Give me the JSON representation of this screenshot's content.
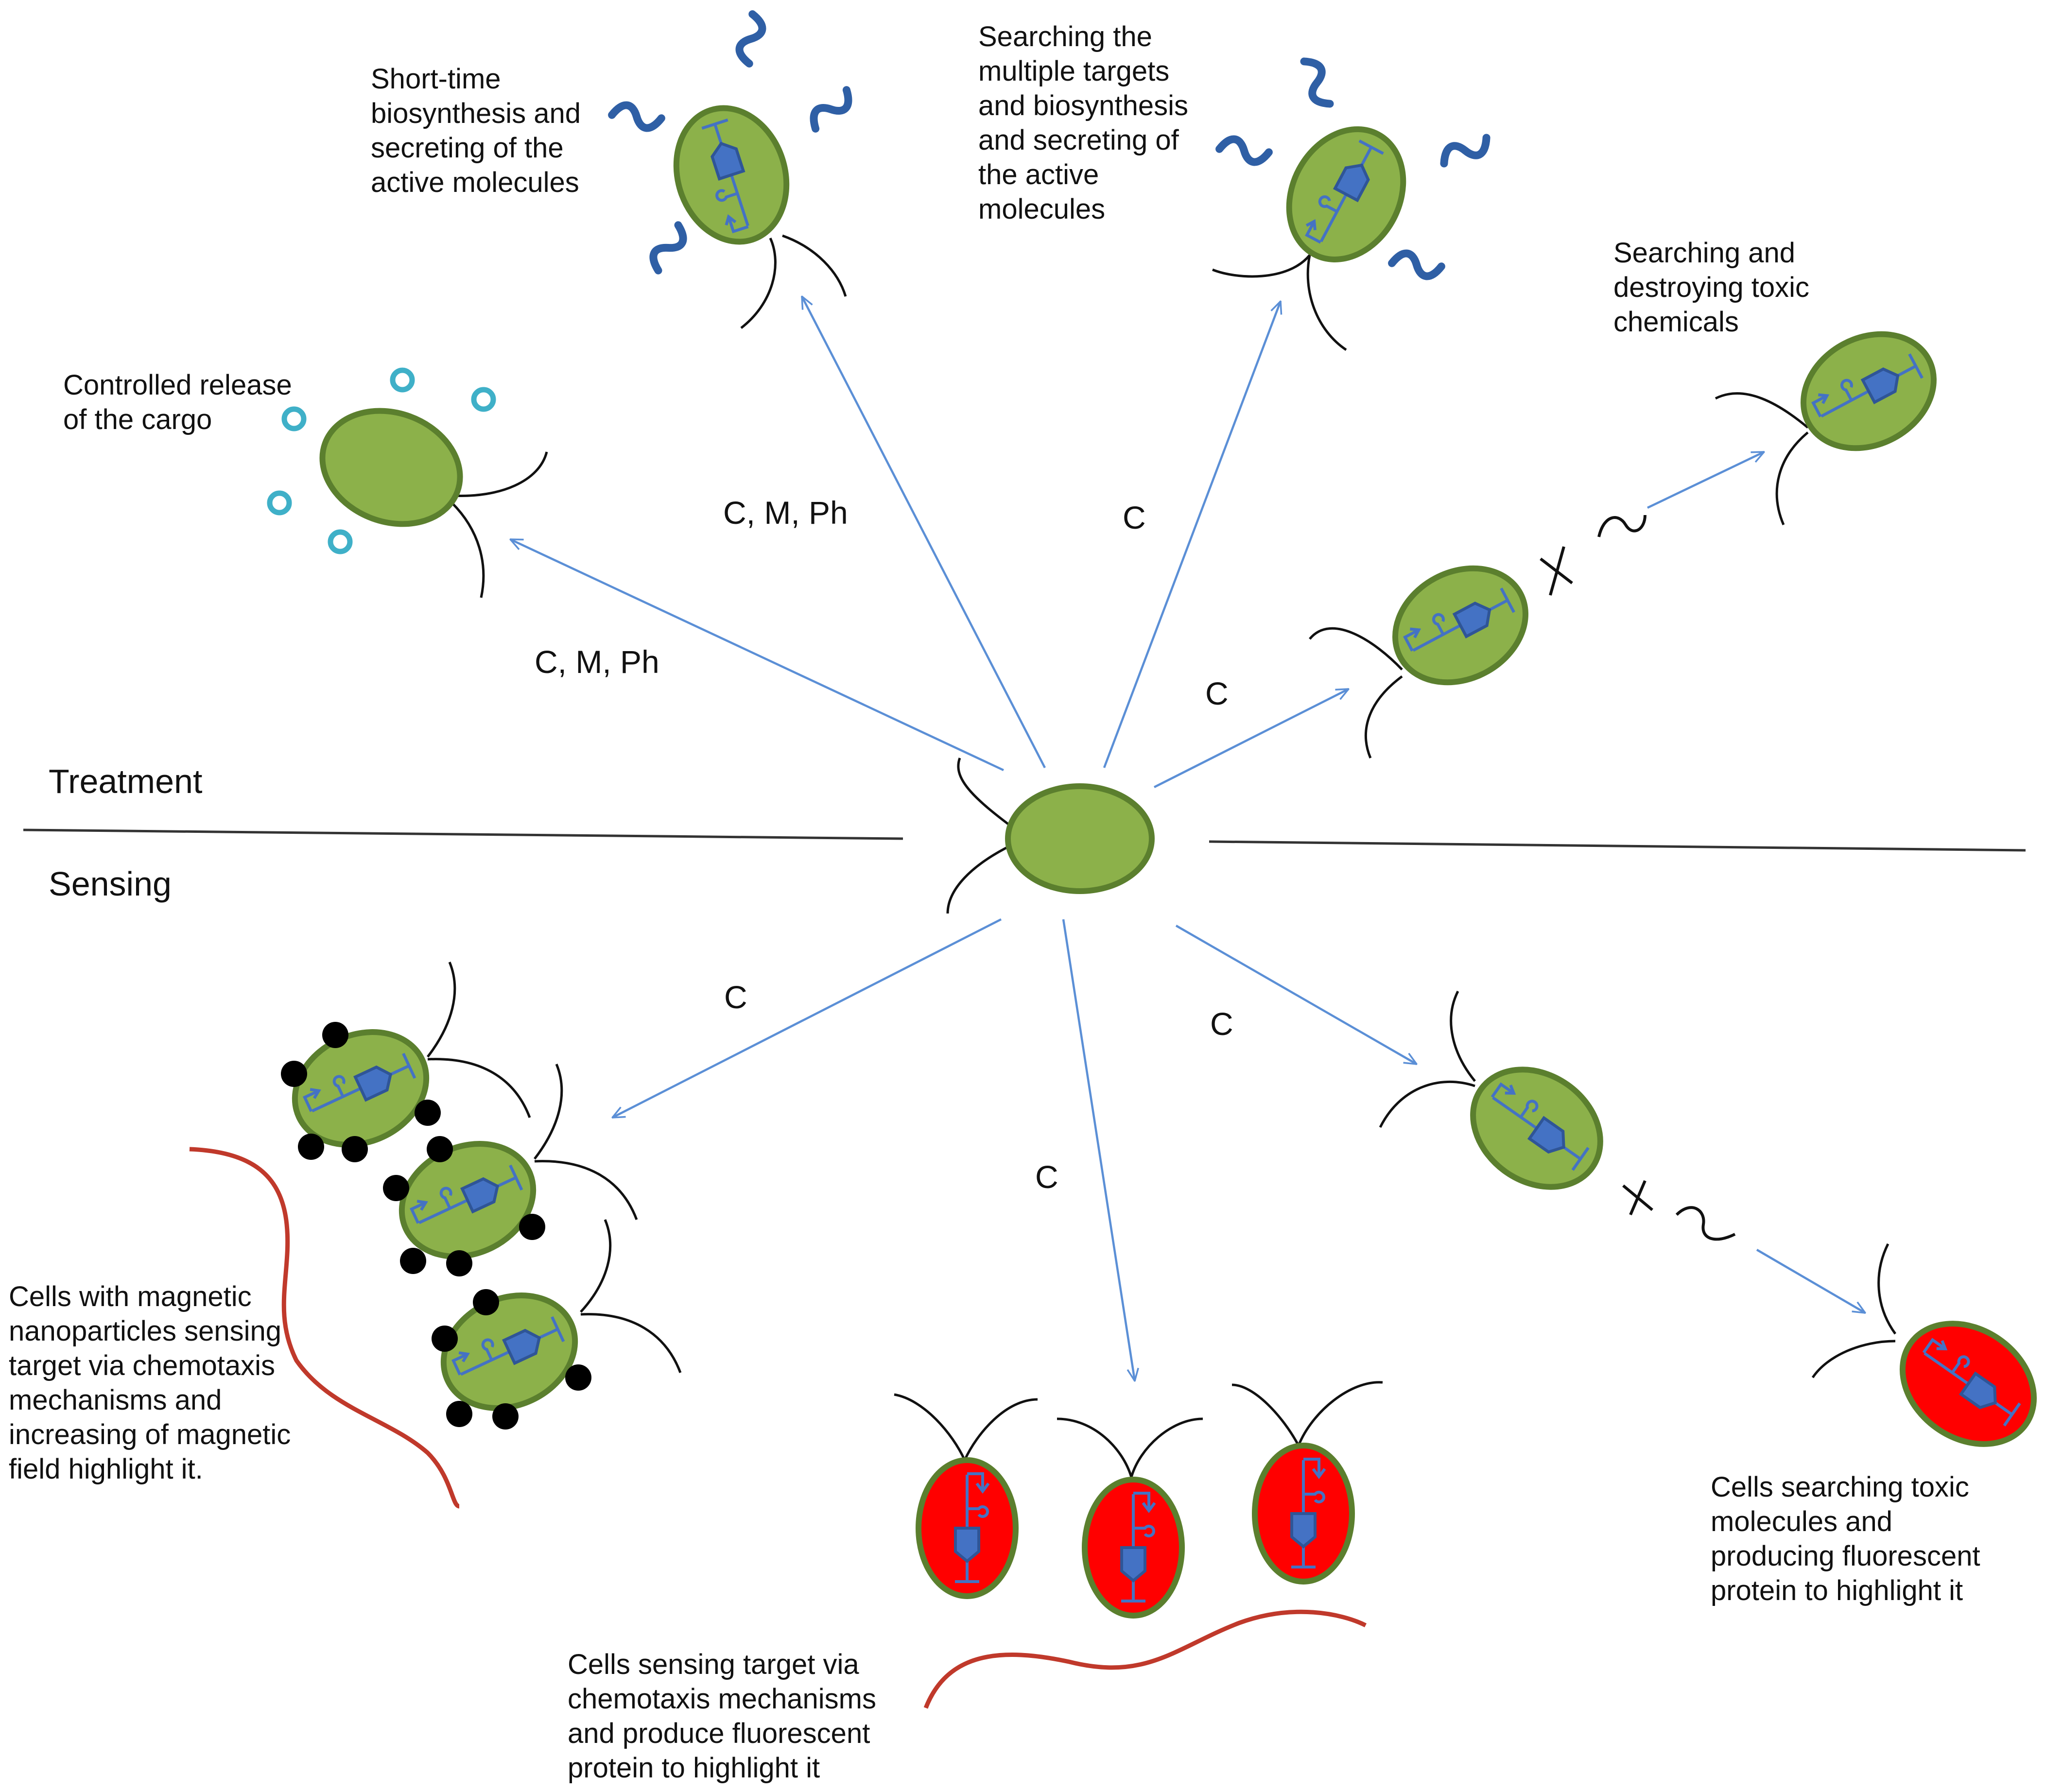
{
  "sections": {
    "treatment": "Treatment",
    "sensing": "Sensing"
  },
  "descriptions": {
    "short_time": [
      "Short-time",
      "biosynthesis and",
      "secreting of the",
      "active  molecules"
    ],
    "searching_targets": [
      "Searching the",
      "multiple targets",
      "and biosynthesis",
      "and secreting of",
      "the active",
      "molecules"
    ],
    "destroying": [
      "Searching and",
      "destroying toxic",
      "chemicals"
    ],
    "controlled_release": [
      "Controlled release",
      "of the cargo"
    ],
    "magnetic": [
      "Cells with magnetic",
      "nanoparticles sensing",
      "target via chemotaxis",
      "mechanisms and",
      "increasing of magnetic",
      "field highlight it."
    ],
    "chemotaxis_fluor": [
      "Cells sensing target via",
      "chemotaxis mechanisms",
      "and produce fluorescent",
      "protein to highlight it"
    ],
    "toxic_fluor": [
      "Cells searching toxic",
      "molecules and",
      "producing fluorescent",
      "protein to highlight it"
    ]
  },
  "arrow_labels": {
    "release": "C, M, Ph",
    "short_time": "C, M, Ph",
    "multiple": "C",
    "destroy": "C",
    "magnetic": "C",
    "chemotaxis": "C",
    "toxic": "C"
  },
  "colors": {
    "cell_green": "#8cb14a",
    "cell_outline": "#5b7f2e",
    "cell_red": "#ff0000",
    "arrow": "#5b8fd6",
    "plasmid": "#4472c4",
    "molecule": "#2f5fa5",
    "cargo": "#3fb0c8",
    "target": "#c0392b",
    "nanoparticle": "#000000"
  }
}
